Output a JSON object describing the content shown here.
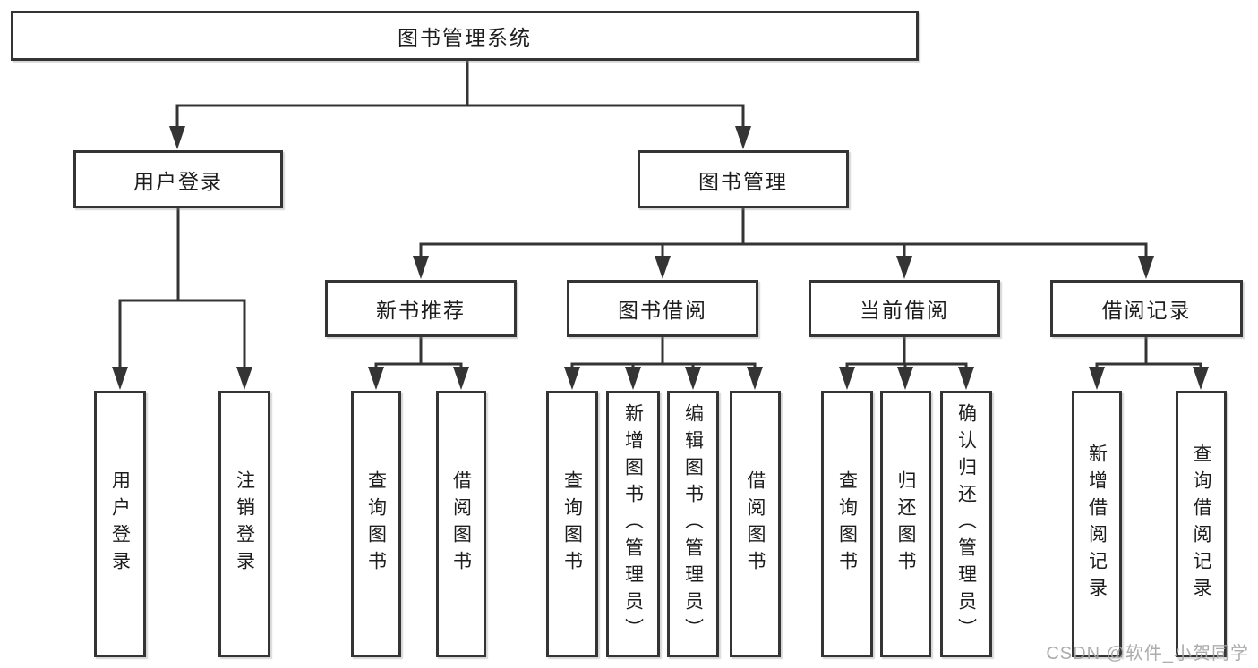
{
  "tree": {
    "root": {
      "label": "图书管理系统",
      "children": [
        {
          "label": "用户登录",
          "children": [
            {
              "label": "用户登录"
            },
            {
              "label": "注销登录"
            }
          ]
        },
        {
          "label": "图书管理",
          "children": [
            {
              "label": "新书推荐",
              "children": [
                {
                  "label": "查询图书"
                },
                {
                  "label": "借阅图书"
                }
              ]
            },
            {
              "label": "图书借阅",
              "children": [
                {
                  "label": "查询图书"
                },
                {
                  "label": "新增图书（管理员）"
                },
                {
                  "label": "编辑图书（管理员）"
                },
                {
                  "label": "借阅图书"
                }
              ]
            },
            {
              "label": "当前借阅",
              "children": [
                {
                  "label": "查询图书"
                },
                {
                  "label": "归还图书"
                },
                {
                  "label": "确认归还（管理员）"
                }
              ]
            },
            {
              "label": "借阅记录",
              "children": [
                {
                  "label": "新增借阅记录"
                },
                {
                  "label": "查询借阅记录"
                }
              ]
            }
          ]
        }
      ]
    }
  },
  "watermark": {
    "text": "CSDN @软件_小贺同学"
  },
  "colors": {
    "line": "#343434",
    "text": "#1d1d1d",
    "box_background": "#ffffff",
    "watermark": "#a5a5a5",
    "background": "#ffffff"
  }
}
